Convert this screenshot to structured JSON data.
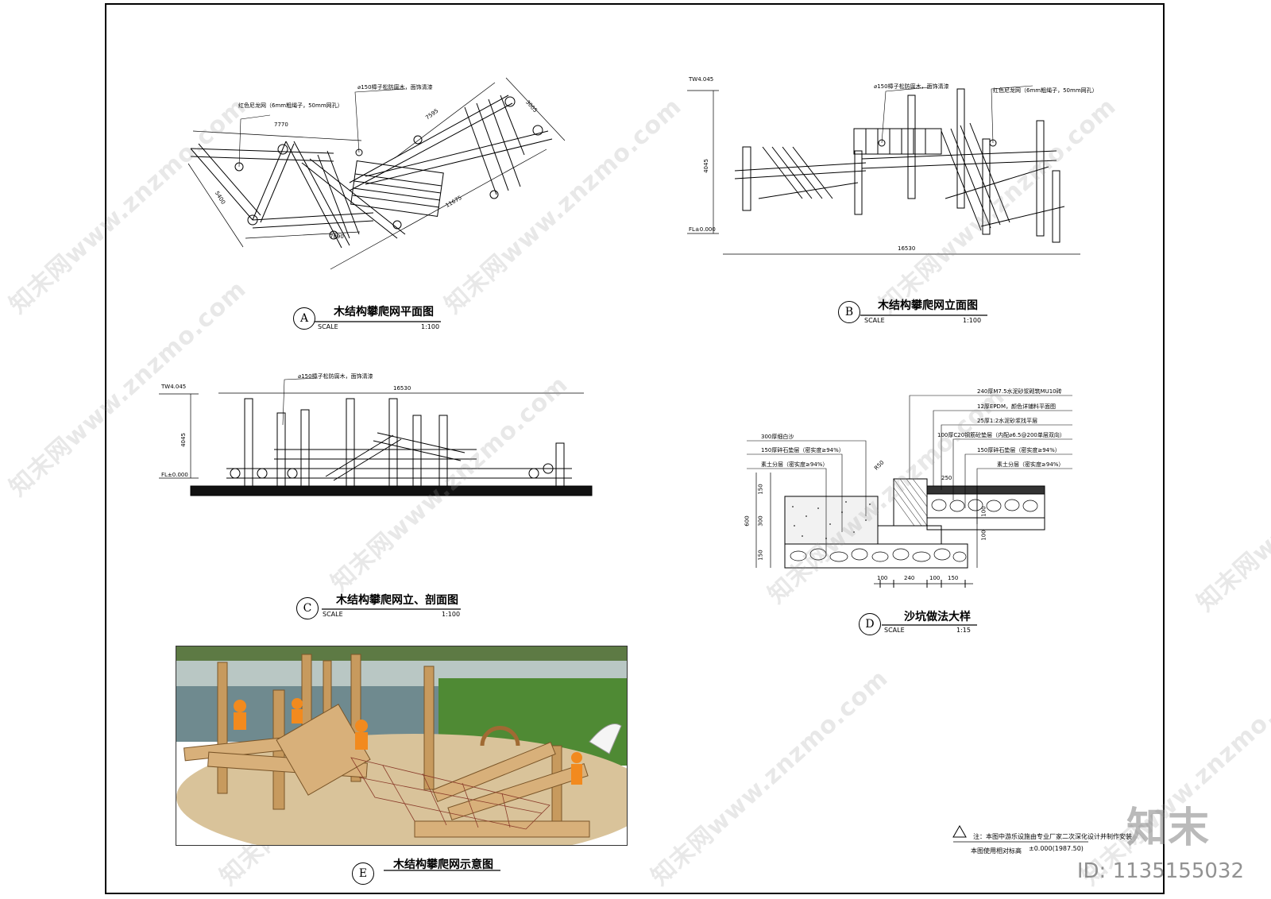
{
  "sheet": {
    "panel_a": {
      "marker": "A",
      "title": "木结构攀爬网平面图",
      "scale_word": "SCALE",
      "scale": "1:100",
      "notes": {
        "net": "红色尼龙网（6mm粗绳子，50mm网孔）",
        "wood": "⌀150樟子松防腐木，面饰清漆"
      },
      "dims": [
        "7770",
        "7595",
        "3005",
        "5400",
        "11675",
        "7890"
      ]
    },
    "panel_b": {
      "marker": "B",
      "title": "木结构攀爬网立面图",
      "scale_word": "SCALE",
      "scale": "1:100",
      "tw": "TW4.045",
      "fl": "FL±0.000",
      "height": "4045",
      "length": "16530",
      "notes": {
        "wood": "⌀150樟子松防腐木，面饰清漆",
        "net": "红色尼龙网（6mm粗绳子，50mm网孔）"
      }
    },
    "panel_c": {
      "marker": "C",
      "title": "木结构攀爬网立、剖面图",
      "scale_word": "SCALE",
      "scale": "1:100",
      "tw": "TW4.045",
      "fl": "FL±0.000",
      "height": "4045",
      "length": "16530",
      "note": "⌀150樟子松防腐木，面饰清漆"
    },
    "panel_d": {
      "marker": "D",
      "title": "沙坑做法大样",
      "scale_word": "SCALE",
      "scale": "1:15",
      "left_notes": [
        "300厚细白沙",
        "150厚碎石垫层（密实度≥94%）",
        "素土分层（密实度≥94%）"
      ],
      "right_notes": [
        "240厚M7.5水泥砂浆砌筑MU10砖",
        "12厚EPDM，颜色详铺料平面图",
        "25厚1:2水泥砂浆找平层",
        "100厚C20钢筋砼垫层（内配⌀6.5@200单层双向）",
        "150厚碎石垫层（密实度≥94%）",
        "素土分层（密实度≥94%）"
      ],
      "radius": "R50",
      "dim_top": "250",
      "dims_left": [
        "150",
        "300",
        "150"
      ],
      "dim_total": "600",
      "dims_right": [
        "100",
        "100"
      ],
      "dims_bottom": [
        "100",
        "240",
        "100",
        "150"
      ]
    },
    "panel_e": {
      "marker": "E",
      "title": "木结构攀爬网示意图"
    },
    "footnote": {
      "warning": "注：本图中游乐设施由专业厂家二次深化设计并制作安装",
      "elevation_label": "本图使用相对标高",
      "elevation_value": "±0.000(1987.50)"
    },
    "watermark": "知末网www.znzmo.com",
    "brand": "知末",
    "id_text": "ID: 1135155032"
  }
}
